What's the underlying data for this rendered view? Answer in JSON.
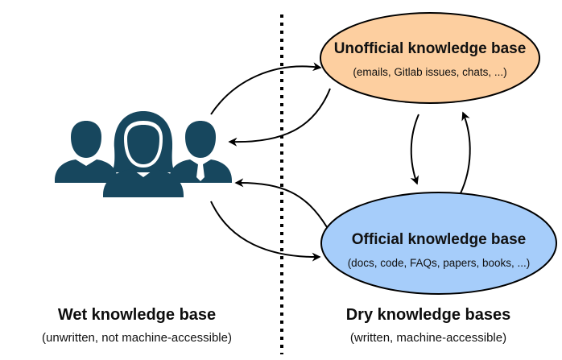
{
  "left": {
    "title": "Wet knowledge base",
    "subtitle": "(unwritten, not machine-accessible)",
    "people_icon": "people-group-icon"
  },
  "right": {
    "title": "Dry knowledge bases",
    "subtitle": "(written, machine-accessible)"
  },
  "unofficial": {
    "title": "Unofficial knowledge base",
    "subtitle": "(emails, Gitlab issues, chats, ...)",
    "fill": "#fdcfa0"
  },
  "official": {
    "title": "Official knowledge base",
    "subtitle": "(docs, code, FAQs, papers, books, ...)",
    "fill": "#a6cdfa"
  },
  "colors": {
    "people": "#17475e",
    "stroke": "#000000"
  }
}
